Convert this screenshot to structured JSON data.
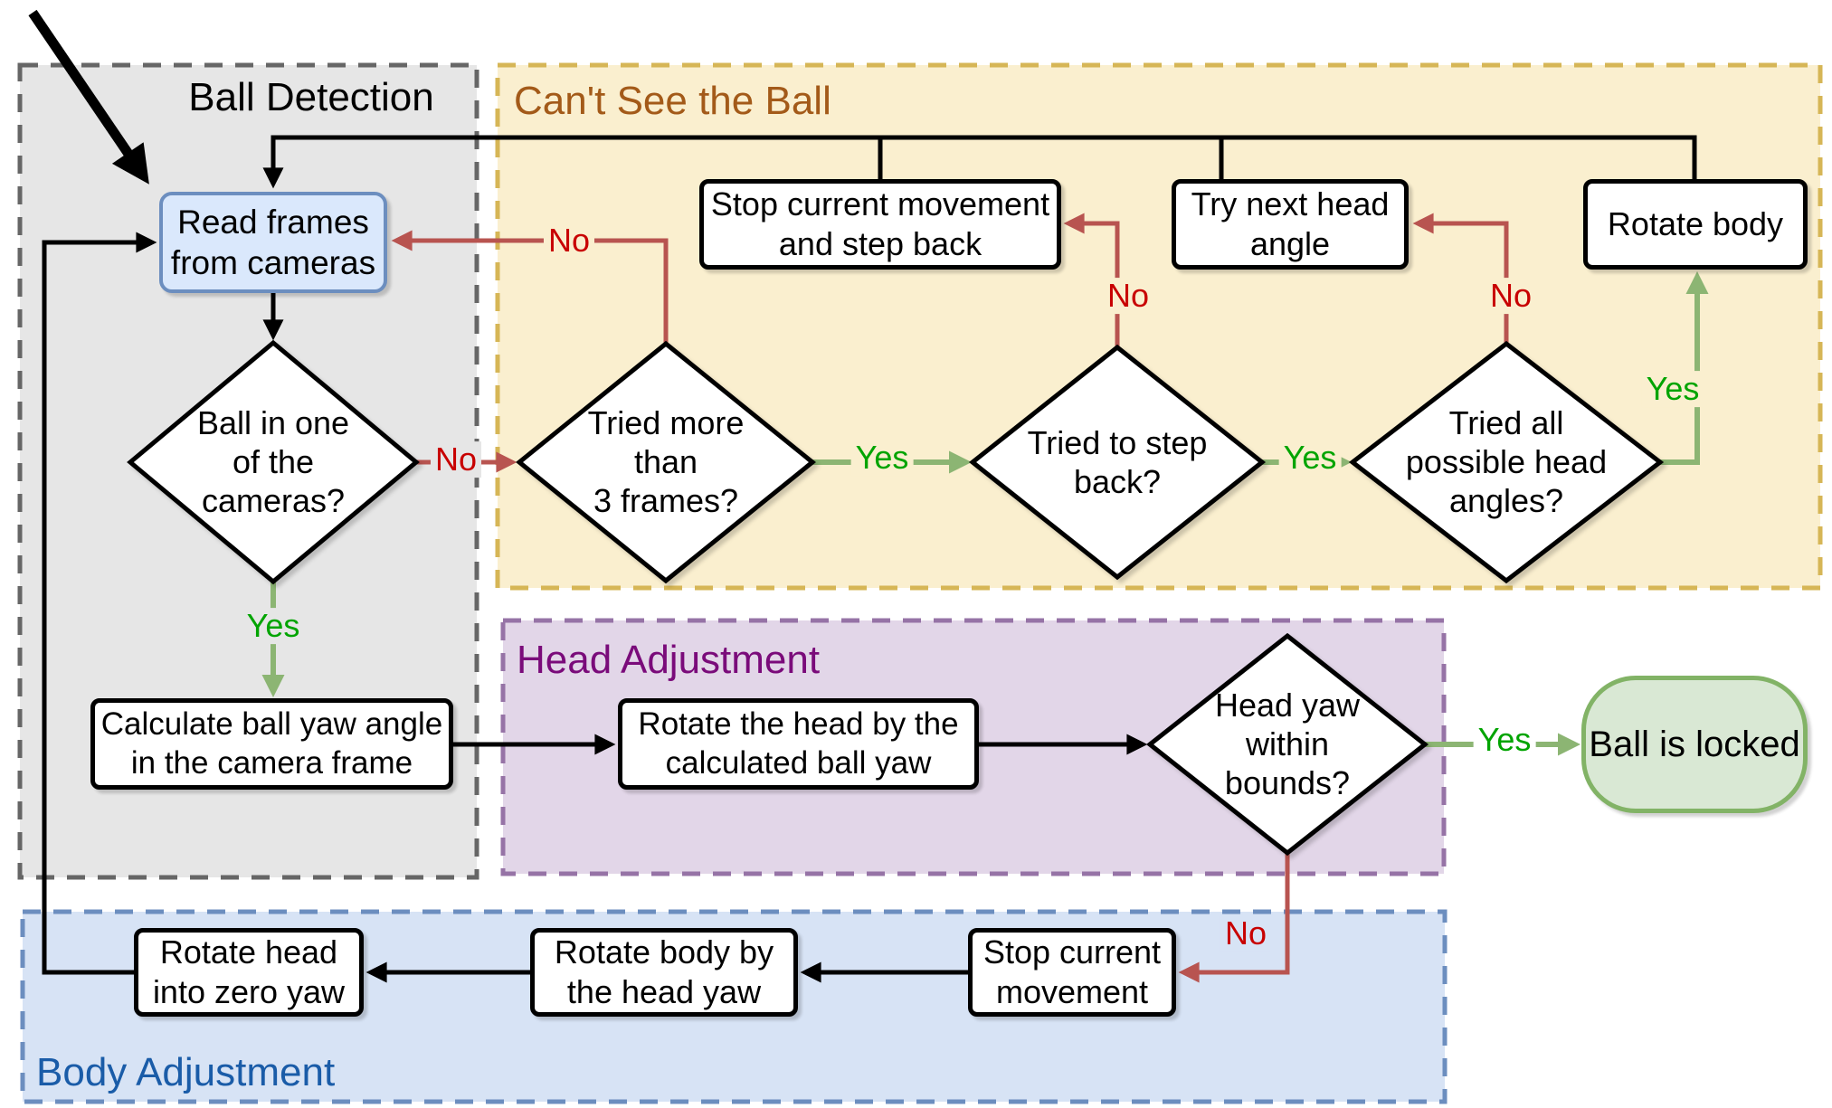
{
  "diagram": {
    "regions": {
      "ball_detection": {
        "label": "Ball Detection"
      },
      "cant_see_ball": {
        "label": "Can't See the Ball"
      },
      "head_adjustment": {
        "label": "Head Adjustment"
      },
      "body_adjustment": {
        "label": "Body Adjustment"
      }
    },
    "nodes": {
      "read_frames": {
        "label": "Read frames\nfrom cameras"
      },
      "ball_in_cameras": {
        "label": "Ball in one\nof the\ncameras?"
      },
      "calc_ball_yaw": {
        "label": "Calculate ball yaw angle\nin the camera frame"
      },
      "stop_step_back": {
        "label": "Stop current movement\nand step back"
      },
      "try_next_head": {
        "label": "Try next head\nangle"
      },
      "rotate_body": {
        "label": "Rotate body"
      },
      "tried_3_frames": {
        "label": "Tried more\nthan\n3 frames?"
      },
      "tried_step_back": {
        "label": "Tried to step\nback?"
      },
      "tried_all_angles": {
        "label": "Tried all\npossible head\nangles?"
      },
      "rotate_head_by_yaw": {
        "label": "Rotate the head by the\ncalculated ball yaw"
      },
      "head_yaw_bounds": {
        "label": "Head yaw\nwithin\nbounds?"
      },
      "ball_locked": {
        "label": "Ball is locked"
      },
      "rotate_head_zero": {
        "label": "Rotate head\ninto zero yaw"
      },
      "rotate_body_by_head": {
        "label": "Rotate body by\nthe head yaw"
      },
      "stop_current": {
        "label": "Stop current\nmovement"
      }
    },
    "labels": {
      "yes": "Yes",
      "no": "No"
    },
    "colors": {
      "gray_region_fill": "#E6E6E6",
      "gray_region_border": "#666666",
      "yellow_region_fill": "#FAEFCF",
      "yellow_region_border": "#D6B656",
      "purple_region_fill": "#E2D6E8",
      "purple_region_border": "#9673A6",
      "blue_region_fill": "#D7E3F5",
      "blue_region_border": "#6C8EBF",
      "start_fill": "#DAE8FC",
      "start_border": "#6C8EBF",
      "terminal_fill": "#D9E8D4",
      "terminal_border": "#82B366",
      "black_edge": "#000000",
      "red_edge": "#B85450",
      "green_edge": "#8CB573",
      "yes_label": "#00A400",
      "no_label": "#C80000",
      "title_brown": "#A35A19",
      "title_purple": "#7A0B7A",
      "title_blue": "#1A5CA8"
    }
  }
}
